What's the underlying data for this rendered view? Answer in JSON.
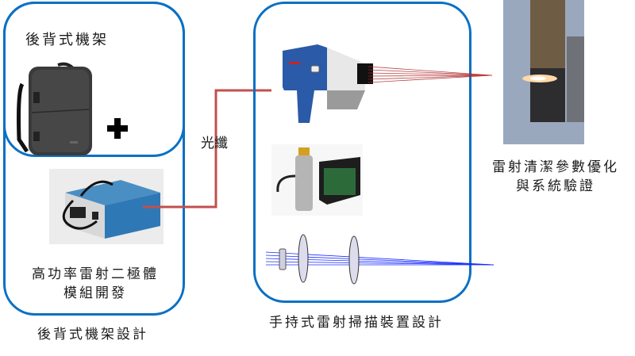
{
  "diagram": {
    "colors": {
      "panel_border": "#0a70c4",
      "fiber_line": "#c0504d",
      "laser_beam": "#b02a2a",
      "optic_rays": "#1a2cff"
    },
    "left_panel": {
      "title": "後背式機架",
      "plus_symbol": "+",
      "module_label_line1": "高功率雷射二極體",
      "module_label_line2": "模組開發",
      "caption": "後背式機架設計"
    },
    "connector": {
      "label": "光纖"
    },
    "middle_panel": {
      "caption": "手持式雷射掃描裝置設計"
    },
    "right_section": {
      "label_line1": "雷射清潔參數優化",
      "label_line2": "與系統驗證"
    }
  }
}
